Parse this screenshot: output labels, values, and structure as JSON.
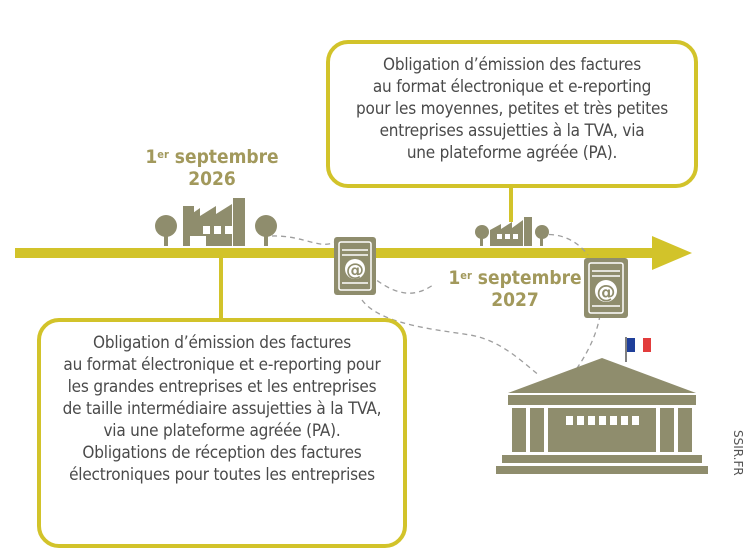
{
  "milestones": [
    {
      "date_day": "1",
      "date_sup": "er",
      "date_month": " septembre",
      "year": "2026",
      "description_lines": [
        "Obligation d’émission des factures",
        "au format électronique et e-reporting pour",
        "les grandes entreprises et les entreprises",
        "de taille intermédiaire assujetties à la TVA,",
        "via une plateforme agréée (PA).",
        "Obligations de réception des factures",
        "électroniques pour toutes les entreprises"
      ]
    },
    {
      "date_day": "1",
      "date_sup": "er",
      "date_month": " septembre",
      "year": "2027",
      "description_lines": [
        "Obligation d’émission des factures",
        "au format électronique et e-reporting",
        "pour les moyennes, petites et très petites",
        "entreprises assujetties à la TVA, via",
        "une plateforme agréée (PA)."
      ]
    }
  ],
  "document_icon_symbol": "@",
  "credit": "SSIR.FR",
  "colors": {
    "timeline": "#d2c32a",
    "icon_olive": "#8f8d6d",
    "date_text": "#a2995c",
    "flag_blue": "#1f3f9a",
    "flag_red": "#e23c3c"
  }
}
